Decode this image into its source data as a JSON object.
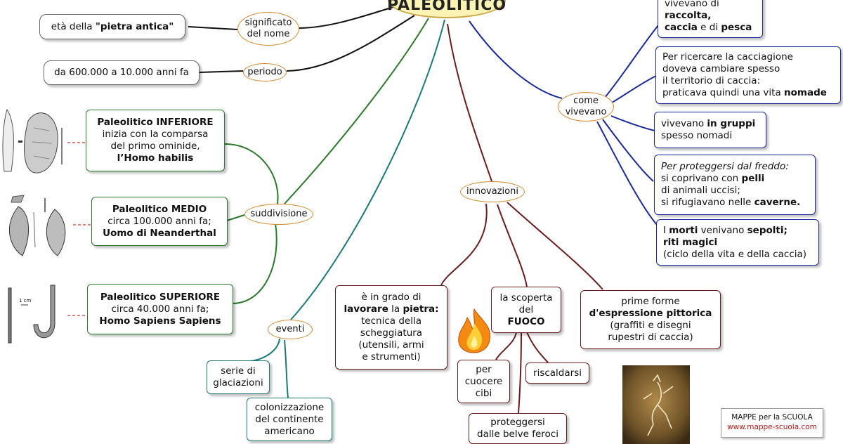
{
  "title": "PALEOLITICO",
  "colors": {
    "green": "#2a7a2a",
    "blue": "#1a2a9a",
    "brown": "#6b1c1c",
    "teal": "#1a7a7a",
    "oval_border": "#d7862b",
    "title_fill": "#fbf3b3"
  },
  "links_top": {
    "significato": "significato\ndel nome",
    "significato_value": [
      "età della ",
      "\"pietra antica\""
    ],
    "periodo": "periodo",
    "periodo_value": "da 600.000 a 10.000 anni fa"
  },
  "suddivisione": {
    "label": "suddivisione",
    "inferiore": [
      "Paleolitico INFERIORE",
      "inizia con la comparsa",
      "del primo ominide,",
      "l’Homo habilis"
    ],
    "medio": [
      "Paleolitico MEDIO",
      "circa 100.000 anni fa;",
      "Uomo di Neanderthal"
    ],
    "superiore": [
      "Paleolitico SUPERIORE",
      "circa 40.000 anni fa;",
      "Homo Sapiens Sapiens"
    ],
    "scale_label": "1 cm"
  },
  "eventi": {
    "label": "eventi",
    "glaciazioni": "serie di\nglaciazioni",
    "colonizzazione": "colonizzazione\ndel continente\namericano"
  },
  "innovazioni": {
    "label": "innovazioni",
    "pietra": [
      "è in grado di",
      "lavorare",
      " la ",
      "pietra:",
      "tecnica della",
      "scheggiatura",
      "(utensili, armi",
      "e strumenti)"
    ],
    "fuoco": [
      "la scoperta",
      "del",
      "FUOCO"
    ],
    "cuocere": "per\ncuocere\ncibi",
    "riscaldarsi": "riscaldarsi",
    "proteggersi": "proteggersi\ndalle belve feroci",
    "pittorica": [
      "prime forme",
      "d'espressione pittorica",
      "(graffiti e disegni",
      "rupestri di caccia)"
    ]
  },
  "come_vivevano": {
    "label": "come\nvivevano",
    "raccolta": [
      "vivevano di",
      "raccolta,",
      "caccia",
      " e di ",
      "pesca"
    ],
    "nomade": [
      "Per ricercare la cacciagione",
      "doveva cambiare spesso",
      "il territorio di caccia:",
      "praticava quindi una vita ",
      "nomade"
    ],
    "gruppi": [
      "vivevano ",
      "in gruppi",
      "spesso nomadi"
    ],
    "freddo": [
      "Per proteggersi dal freddo:",
      "si coprivano con ",
      "pelli",
      "di animali uccisi;",
      "si rifugiavano nelle ",
      "caverne."
    ],
    "morti": [
      "I ",
      "morti",
      " venivano ",
      "sepolti;",
      "riti magici",
      "(ciclo della vita e della caccia)"
    ]
  },
  "credit": {
    "line1": "MAPPE per la SCUOLA",
    "line2": "www.mappe-scuola.com"
  }
}
